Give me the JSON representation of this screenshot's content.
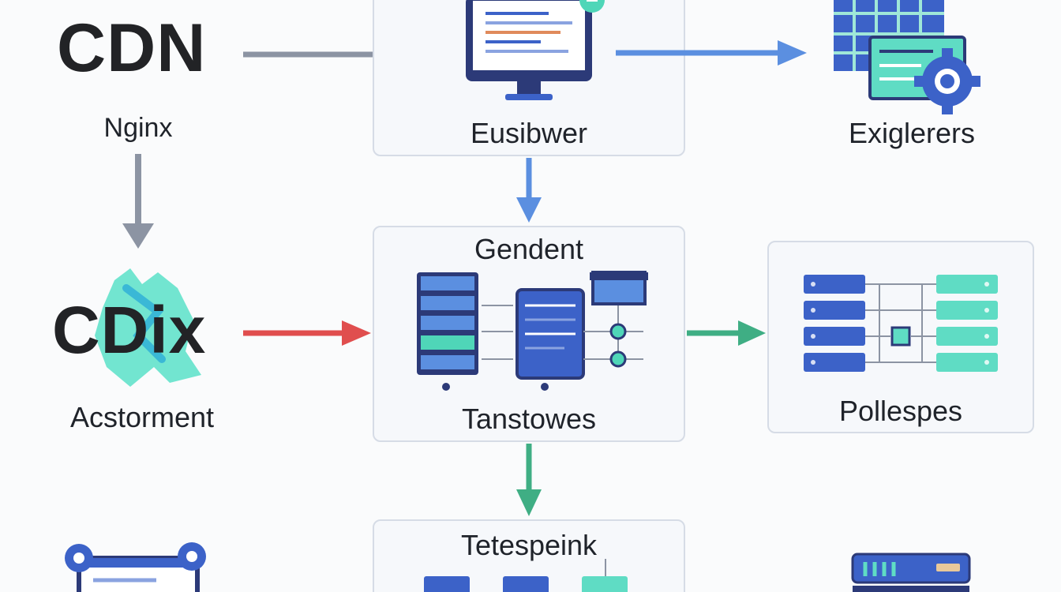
{
  "left": {
    "cdn_title": "CDN",
    "nginx_label": "Nginx",
    "cdix_title": "CDix",
    "acstorment_label": "Acstorment"
  },
  "nodes": {
    "eusibwer": {
      "label": "Eusibwer"
    },
    "exiglerers": {
      "label": "Exiglerers"
    },
    "gendent": {
      "title": "Gendent",
      "label": "Tanstowes"
    },
    "pollespes": {
      "label": "Pollespes"
    },
    "tetespeink": {
      "title": "Tetespeink"
    }
  },
  "colors": {
    "arrow_gray": "#8c94a3",
    "arrow_blue": "#5b8fe0",
    "arrow_red": "#e04e4e",
    "arrow_green": "#3fae84",
    "server_blue": "#3c62c8",
    "server_dark": "#2c3a78",
    "teal": "#4fd6b8"
  }
}
